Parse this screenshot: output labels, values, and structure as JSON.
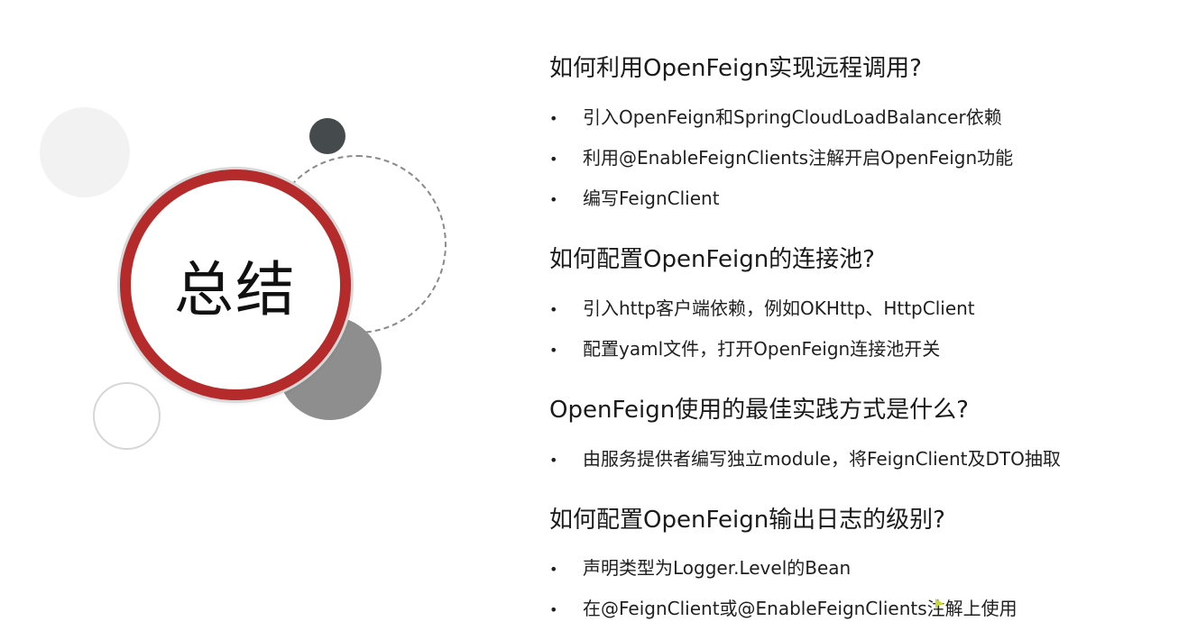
{
  "slide": {
    "title": "总结",
    "sections": [
      {
        "heading": "如何利用OpenFeign实现远程调用?",
        "bullets": [
          "引入OpenFeign和SpringCloudLoadBalancer依赖",
          "利用@EnableFeignClients注解开启OpenFeign功能",
          "编写FeignClient"
        ]
      },
      {
        "heading": "如何配置OpenFeign的连接池?",
        "bullets": [
          "引入http客户端依赖，例如OKHttp、HttpClient",
          "配置yaml文件，打开OpenFeign连接池开关"
        ]
      },
      {
        "heading": "OpenFeign使用的最佳实践方式是什么?",
        "bullets": [
          "由服务提供者编写独立module，将FeignClient及DTO抽取"
        ]
      },
      {
        "heading": "如何配置OpenFeign输出日志的级别?",
        "bullets": [
          "声明类型为Logger.Level的Bean",
          "在@FeignClient或@EnableFeignClients注解上使用"
        ]
      }
    ],
    "bullet_symbol": "•"
  },
  "colors": {
    "ring_red": "#b52a2a",
    "circle_dark": "#454a4d",
    "circle_gray": "#8e8e8e"
  }
}
